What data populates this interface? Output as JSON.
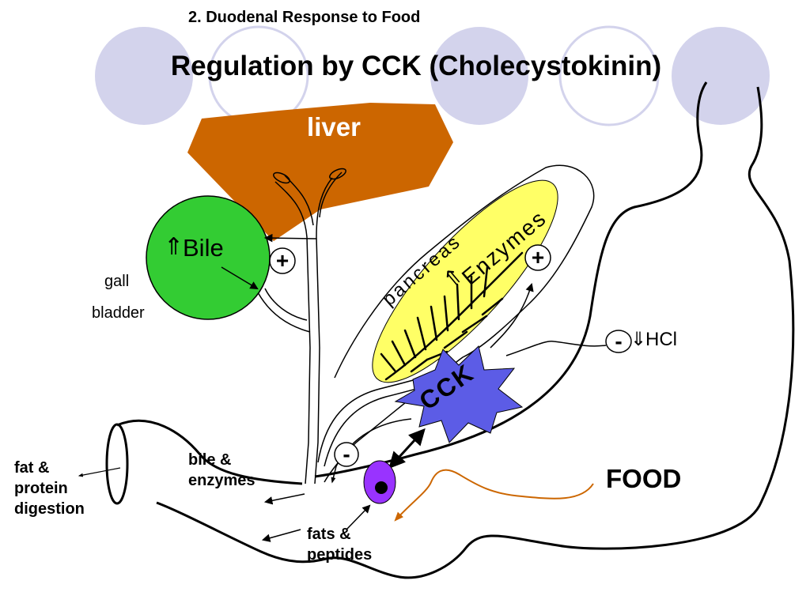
{
  "slide": {
    "subtitle": "2.  Duodenal Response to Food",
    "title": "Regulation by CCK (Cholecystokinin)"
  },
  "colors": {
    "header_circle": "#d3d3ec",
    "liver": "#cc6600",
    "gallbladder": "#33cc33",
    "pancreas": "#ffff66",
    "cck_star": "#5c5ce6",
    "cell": "#9933ff",
    "food_arrow": "#cc6600"
  },
  "labels": {
    "liver": "liver",
    "bile_arrow": "⇑",
    "bile": "Bile",
    "gall": "gall",
    "bladder": "bladder",
    "pancreas": "pancreas",
    "enzymes_arrow": "⇑",
    "enzymes": "Enzymes",
    "cck": "CCK",
    "hcl_arrow": "⇓",
    "hcl": "HCl",
    "food": "FOOD",
    "bile_enzymes_1": "bile &",
    "bile_enzymes_2": "enzymes",
    "fats_peptides_1": "fats &",
    "fats_peptides_2": "peptides",
    "digestion_1": "fat &",
    "digestion_2": "protein",
    "digestion_3": "digestion"
  },
  "signs": {
    "bile_plus": "+",
    "enzymes_plus": "+",
    "hcl_minus": "-",
    "duct_minus": "-"
  }
}
